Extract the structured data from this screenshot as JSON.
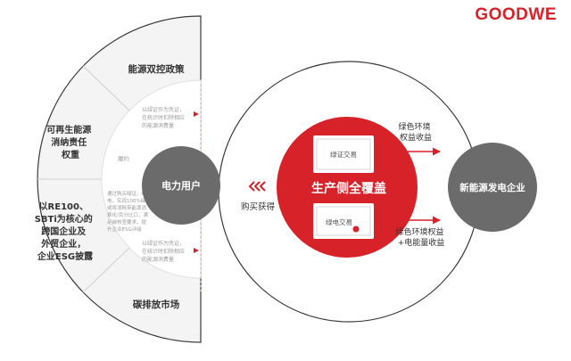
{
  "brand": {
    "logo_text": "GOODWE",
    "color": "#d7222a"
  },
  "colors": {
    "red": "#d7222a",
    "grey_node": "#6b6b6b",
    "outline": "#3a3a3a",
    "dashed_line": "#d9a0a0",
    "small_text": "#9a9a9a",
    "body_text": "#333333"
  },
  "left_panel": {
    "sectors": [
      {
        "label": "能源双控政策"
      },
      {
        "label_lines": [
          "可再生能源",
          "消纳责任",
          "权重"
        ]
      },
      {
        "label_lines": [
          "以RE100、",
          "SBTi为核心的",
          "跨国企业及",
          "外贸企业，",
          "企业ESG披露"
        ]
      },
      {
        "label": "碳排放市场"
      }
    ],
    "inner_notes": {
      "top_lines": [
        "以绿证作为凭证，",
        "在统计时扣除相应",
        "的能源消费量"
      ],
      "middle": "履约",
      "lower_lines": [
        "通过购买绿证、绿",
        "电，实现100%绿电",
        "或将消耗带能源消",
        "费化/百分比口，满",
        "足碳核查要求，提",
        "升企业ESG评级"
      ],
      "bottom_lines": [
        "以绿证作为凭证，",
        "在统计时扣除相应",
        "的能源消费量"
      ]
    }
  },
  "nodes": {
    "user": "电力用户",
    "center": "生产侧全覆盖",
    "producer": "新能源发电企业"
  },
  "certificates": {
    "green_cert": "绿证交易",
    "green_power": "绿电交易"
  },
  "flows": {
    "purchase": "购买获得",
    "upper_lines": [
      "绿色环境",
      "权益收益"
    ],
    "lower_lines": [
      "绿色环境权益",
      "+电能量收益"
    ]
  }
}
